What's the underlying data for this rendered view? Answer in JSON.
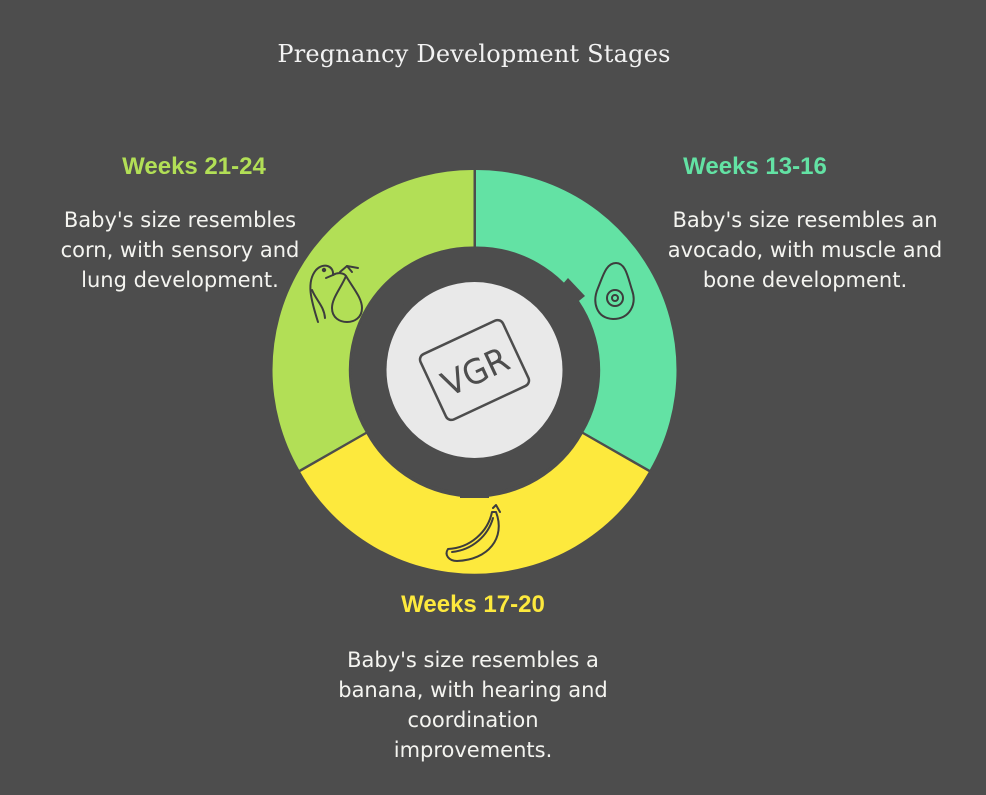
{
  "title": "Pregnancy Development Stages",
  "stages": [
    {
      "heading": "Weeks 21-24",
      "lines": [
        "Baby's size resembles",
        "corn, with sensory and",
        "lung development."
      ],
      "icon": "stork-icon",
      "color": "#b2df56"
    },
    {
      "heading": "Weeks 13-16",
      "lines": [
        "Baby's size resembles an",
        "avocado, with muscle and",
        "bone development."
      ],
      "icon": "avocado-icon",
      "color": "#63e2a4"
    },
    {
      "heading": "Weeks 17-20",
      "lines": [
        "Baby's size resembles a",
        "banana, with hearing and",
        "coordination",
        "improvements."
      ],
      "icon": "banana-icon",
      "color": "#fde93d"
    }
  ],
  "center": {
    "label": "VGR",
    "icon": "ultrasound-card-icon"
  }
}
